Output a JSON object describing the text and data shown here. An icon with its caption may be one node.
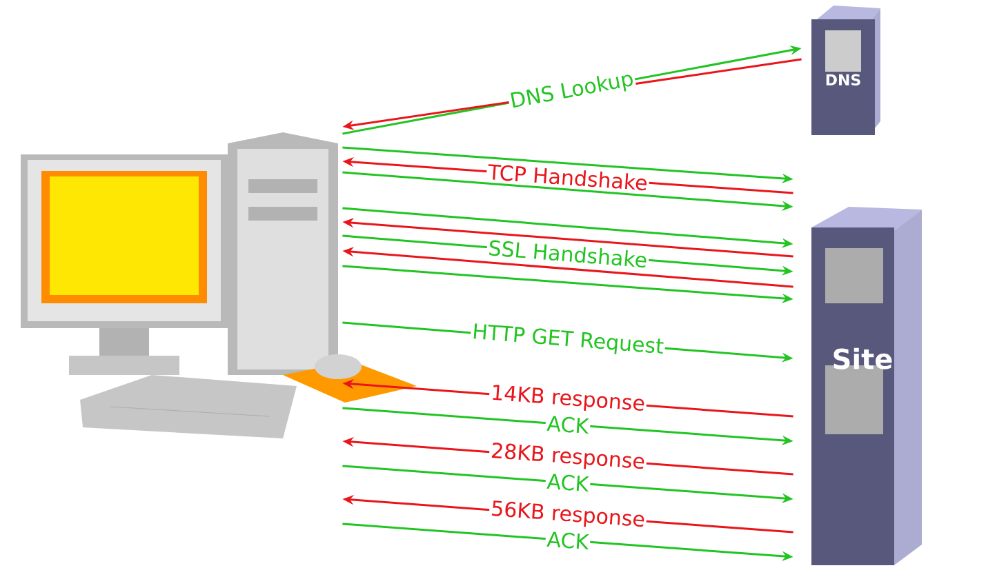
{
  "diagram": {
    "nodes": [
      {
        "text": [],
        "shape": "picture"
      },
      {
        "text": [
          "DNS"
        ]
      },
      {
        "text": [
          "Site"
        ]
      }
    ],
    "edges": [
      {
        "from": 0,
        "to": 1,
        "arrow": "to",
        "label": "DNS Lookup"
      },
      {
        "from": 1,
        "to": 0,
        "arrow": "to",
        "color": "#e8161b"
      },
      {
        "from": 0,
        "to": 2,
        "arrow": "to"
      },
      {
        "from": 2,
        "to": 0,
        "arrow": "to",
        "color": "#e8161b",
        "label": "TCP Handshake"
      },
      {
        "from": 0,
        "to": 2,
        "arrow": "to"
      },
      {
        "from": 0,
        "to": 2,
        "arrow": "to"
      },
      {
        "from": 2,
        "to": 0,
        "arrow": "to",
        "color": "#e8161b"
      },
      {
        "from": 0,
        "to": 2,
        "arrow": "to",
        "label": "SSL Handshake"
      },
      {
        "from": 2,
        "to": 0,
        "arrow": "to",
        "color": "#e8161b"
      },
      {
        "from": 0,
        "to": 2,
        "arrow": "to"
      },
      {
        "from": 0,
        "to": 2,
        "arrow": "to",
        "label": "HTTP GET Request"
      },
      {
        "from": 2,
        "to": 0,
        "arrow": "to",
        "color": "#e8161b",
        "label": "14KB response"
      },
      {
        "from": 0,
        "to": 2,
        "arrow": "to",
        "label": "ACK"
      },
      {
        "from": 2,
        "to": 0,
        "arrow": "to",
        "color": "#e8161b",
        "label": "28KB response"
      },
      {
        "from": 0,
        "to": 2,
        "arrow": "to",
        "label": "ACK"
      },
      {
        "from": 2,
        "to": 0,
        "arrow": "to",
        "color": "#e8161b",
        "label": "56KB response"
      },
      {
        "from": 0,
        "to": 2,
        "arrow": "to",
        "label": "ACK"
      }
    ]
  }
}
